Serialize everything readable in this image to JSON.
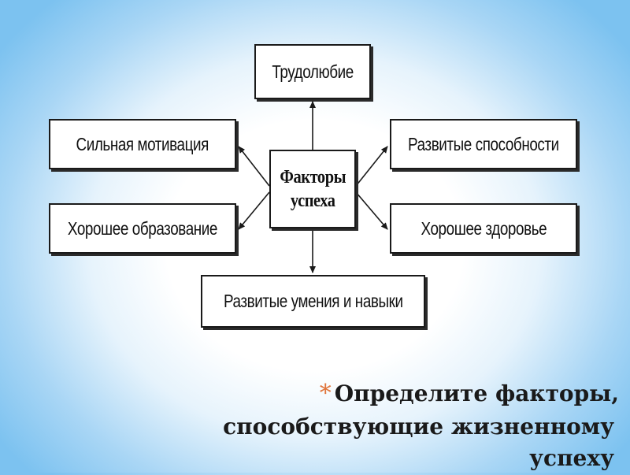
{
  "diagram": {
    "center": {
      "line1": "Факторы",
      "line2": "успеха"
    },
    "factors": {
      "top": "Трудолюбие",
      "left_upper": "Сильная мотивация",
      "left_lower": "Хорошее образование",
      "right_upper": "Развитые способности",
      "right_lower": "Хорошее здоровье",
      "bottom": "Развитые умения и навыки"
    }
  },
  "caption": {
    "bullet": "*",
    "line1": "Определите факторы,",
    "line2": "способствующие жизненному успеху"
  },
  "colors": {
    "bullet": "#e0743a",
    "background_edge": "#7cc2f0",
    "text": "#1a1a1a"
  }
}
